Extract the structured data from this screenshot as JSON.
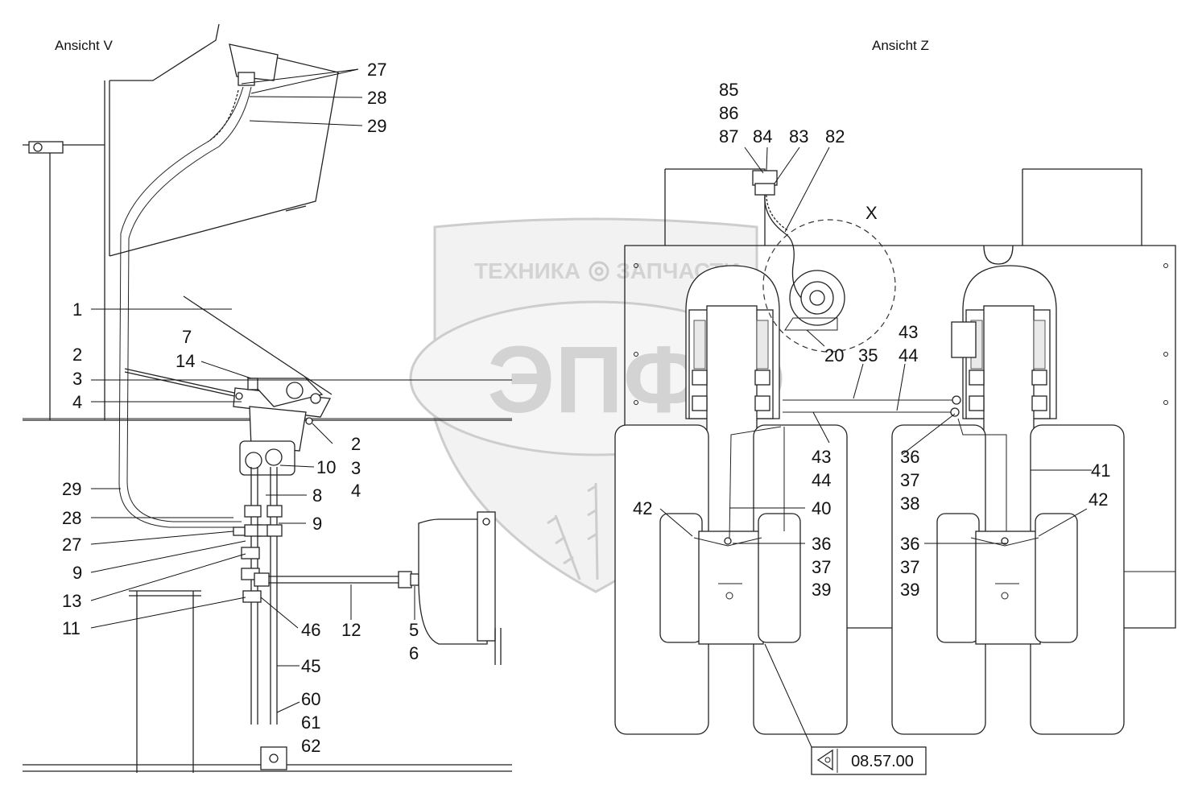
{
  "views": {
    "left_title": "Ansicht V",
    "right_title": "Ansicht Z",
    "detail_mark": "X"
  },
  "reference": {
    "label": "08.57.00",
    "icon": "eye-arrow-icon"
  },
  "watermark": {
    "brand": "ЭПФ",
    "left_word": "ТЕХНИКА",
    "right_word": "ЗАПЧАСТИ",
    "icon": "gear-icon"
  },
  "callouts": {
    "left": [
      "27",
      "28",
      "29",
      "1",
      "7",
      "14",
      "2",
      "3",
      "4",
      "2",
      "3",
      "4",
      "10",
      "8",
      "9",
      "29",
      "28",
      "27",
      "9",
      "13",
      "11",
      "46",
      "12",
      "5",
      "6",
      "45",
      "60",
      "61",
      "62"
    ],
    "right": [
      "85",
      "86",
      "87",
      "84",
      "83",
      "82",
      "20",
      "35",
      "43",
      "44",
      "43",
      "44",
      "36",
      "37",
      "38",
      "41",
      "40",
      "42",
      "42",
      "36",
      "37",
      "39",
      "36",
      "37",
      "39"
    ]
  }
}
